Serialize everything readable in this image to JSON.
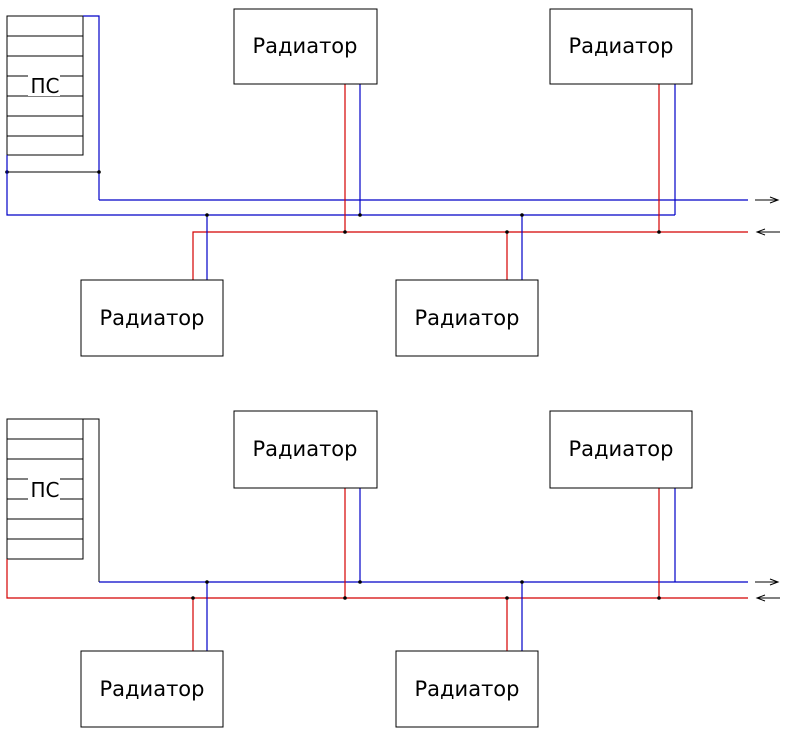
{
  "colors": {
    "supply_line": "#d40000",
    "return_line": "#0000c8",
    "outline": "#000000"
  },
  "diagrams": [
    {
      "ps_label": "ПС",
      "radiators": [
        {
          "label": "Радиатор"
        },
        {
          "label": "Радиатор"
        },
        {
          "label": "Радиатор"
        },
        {
          "label": "Радиатор"
        }
      ],
      "flow_arrows": [
        "→",
        "←"
      ]
    },
    {
      "ps_label": "ПС",
      "radiators": [
        {
          "label": "Радиатор"
        },
        {
          "label": "Радиатор"
        },
        {
          "label": "Радиатор"
        },
        {
          "label": "Радиатор"
        }
      ],
      "flow_arrows": [
        "→",
        "←"
      ]
    }
  ]
}
